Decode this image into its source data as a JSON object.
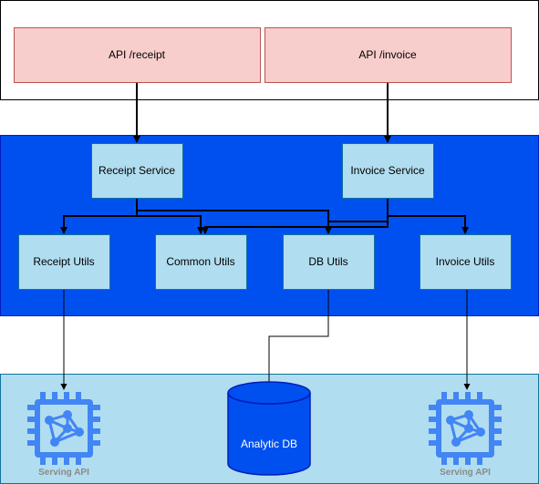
{
  "diagram": {
    "api_layer": {
      "nodes": [
        {
          "id": "api_receipt",
          "label": "API /receipt"
        },
        {
          "id": "api_invoice",
          "label": "API /invoice"
        }
      ]
    },
    "service_layer": {
      "services": [
        {
          "id": "receipt_service",
          "label": "Receipt Service"
        },
        {
          "id": "invoice_service",
          "label": "Invoice Service"
        }
      ],
      "utils": [
        {
          "id": "receipt_utils",
          "label": "Receipt Utils"
        },
        {
          "id": "common_utils",
          "label": "Common Utils"
        },
        {
          "id": "db_utils",
          "label": "DB Utils"
        },
        {
          "id": "invoice_utils",
          "label": "Invoice Utils"
        }
      ]
    },
    "data_layer": {
      "database": {
        "id": "analytic_db",
        "label": "Analytic DB"
      },
      "serving": [
        {
          "id": "serving_api_left",
          "label": "Serving API",
          "icon": "processor-icon"
        },
        {
          "id": "serving_api_right",
          "label": "Serving API",
          "icon": "processor-icon"
        }
      ]
    },
    "edges": [
      {
        "from": "api_receipt",
        "to": "receipt_service"
      },
      {
        "from": "api_invoice",
        "to": "invoice_service"
      },
      {
        "from": "receipt_service",
        "to": "receipt_utils"
      },
      {
        "from": "receipt_service",
        "to": "common_utils"
      },
      {
        "from": "receipt_service",
        "to": "db_utils"
      },
      {
        "from": "invoice_service",
        "to": "common_utils"
      },
      {
        "from": "invoice_service",
        "to": "db_utils"
      },
      {
        "from": "invoice_service",
        "to": "invoice_utils"
      },
      {
        "from": "receipt_utils",
        "to": "serving_api_left"
      },
      {
        "from": "invoice_utils",
        "to": "serving_api_right"
      },
      {
        "from": "db_utils",
        "to": "analytic_db"
      }
    ],
    "colors": {
      "api_fill": "#f8cecc",
      "api_stroke": "#b85450",
      "service_layer_fill": "#0050ef",
      "service_layer_stroke": "#001dbc",
      "node_fill": "#b1ddf0",
      "node_stroke": "#10739e",
      "data_layer_fill": "#b1ddf0",
      "data_layer_stroke": "#10739e",
      "database_fill": "#0050ef",
      "icon_color": "#4285f4"
    }
  }
}
